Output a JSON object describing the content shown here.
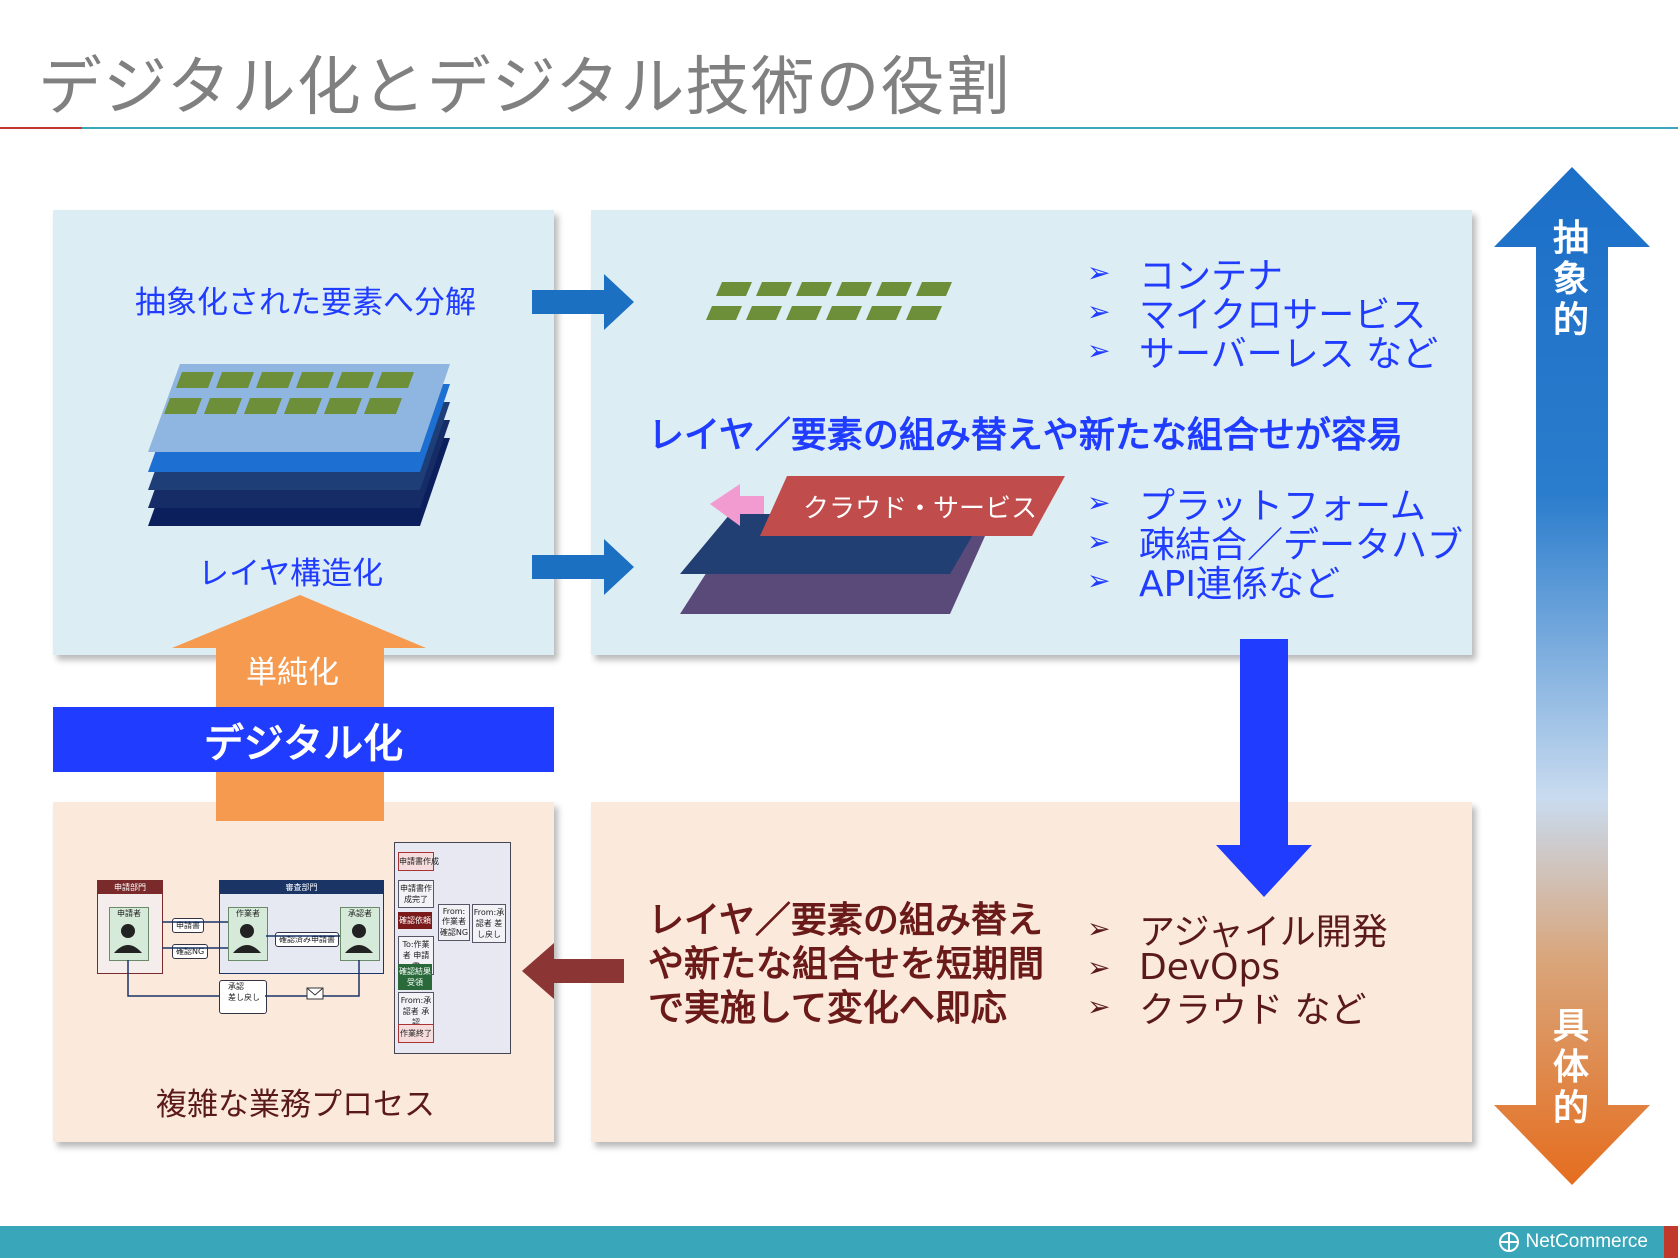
{
  "title": "デジタル化とデジタル技術の役割",
  "top_left": {
    "decompose_label": "抽象化された要素へ分解",
    "layer_label": "レイヤ構造化"
  },
  "top_right": {
    "bullets_top": [
      "コンテナ",
      "マイクロサービス",
      "サーバーレス など"
    ],
    "headline": "レイヤ／要素の組み替えや新たな組合せが容易",
    "cloud_label": "クラウド・サービス",
    "bullets_bottom": [
      "プラットフォーム",
      "疎結合／データハブ",
      "API連係など"
    ]
  },
  "simplify_label": "単純化",
  "digitalization_label": "デジタル化",
  "bottom_left": {
    "process_label": "複雑な業務プロセス",
    "mini_diagram": {
      "dept_applicant": "申請部門",
      "dept_review": "審査部門",
      "applicant": "申請者",
      "worker": "作業者",
      "approver": "承認者",
      "msg_application": "申請書",
      "msg_check_ng": "確認NG",
      "msg_checked": "確認済み申請書",
      "msg_approve": "承認",
      "msg_return": "差し戻し",
      "flow": [
        "申請書作成",
        "申請書作成完了",
        "確認依頼",
        "To:作業者 申請書",
        "確認結果受領",
        "From:承認者 承認",
        "作業終了"
      ],
      "side": [
        "From:作業者 確認NG",
        "From:承認者 差し戻し"
      ]
    }
  },
  "bottom_right": {
    "headline_lines": [
      "レイヤ／要素の組み替え",
      "や新たな組合せを短期間",
      "で実施して変化へ即応"
    ],
    "bullets": [
      "アジャイル開発",
      "DevOps",
      "クラウド など"
    ]
  },
  "axis": {
    "top_label": "抽象的",
    "bottom_label": "具体的"
  },
  "brand": "NetCommerce",
  "colors": {
    "accent_blue": "#1f3cff",
    "panel_blue": "#ddedf4",
    "panel_peach": "#fbe9db",
    "orange": "#f59a4e",
    "brown": "#8b3535",
    "teal": "#3aa6b9"
  }
}
